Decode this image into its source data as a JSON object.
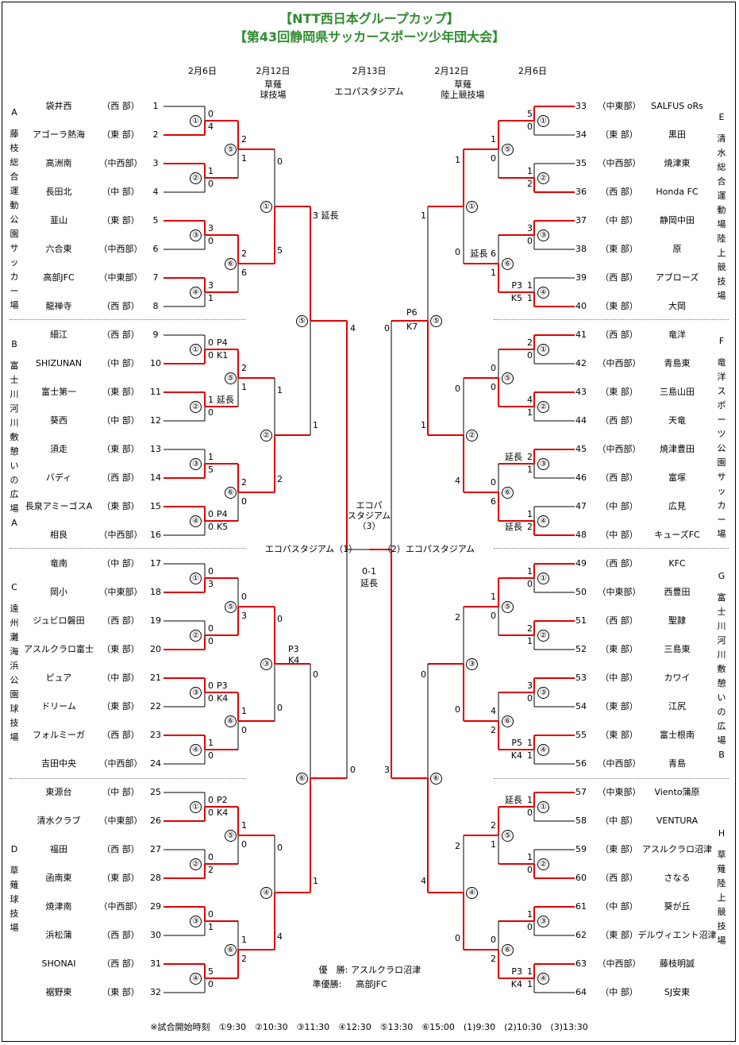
{
  "title1": "【NTT西日本グループカップ】",
  "title2": "【第43回静岡県サッカースポーツ少年団大会】",
  "headers": {
    "d1": "2月6日",
    "d2": "2月12日",
    "d2v": "草薙\n球技場",
    "d3": "2月13日",
    "d3v": "エコパスタジアム",
    "d4": "2月12日",
    "d4v": "草薙\n陸上競技場",
    "d5": "2月6日"
  },
  "venues": [
    {
      "letter": "A",
      "name": "藤枝総合運動公園サッカー場"
    },
    {
      "letter": "B",
      "name": "富士川河川敷憩いの広場A"
    },
    {
      "letter": "C",
      "name": "遠州灘海浜公園球技場"
    },
    {
      "letter": "D",
      "name": "草薙球技場"
    },
    {
      "letter": "E",
      "name": "清水総合運動場陸上競技場"
    },
    {
      "letter": "F",
      "name": "竜洋スポーツ公園サッカー場"
    },
    {
      "letter": "G",
      "name": "富士川河川敷憩いの広場B"
    },
    {
      "letter": "H",
      "name": "草薙陸上競技場"
    }
  ],
  "left_teams": [
    [
      "袋井西",
      "（西 部）"
    ],
    [
      "アゴーラ熱海",
      "（東 部）"
    ],
    [
      "高洲南",
      "（中西部）"
    ],
    [
      "長田北",
      "（中 部）"
    ],
    [
      "韮山",
      "（東 部）"
    ],
    [
      "六合東",
      "（中西部）"
    ],
    [
      "高部JFC",
      "（中東部）"
    ],
    [
      "龍禅寺",
      "（西 部）"
    ],
    [
      "細江",
      "（西 部）"
    ],
    [
      "SHIZUNAN",
      "（中 部）"
    ],
    [
      "富士第一",
      "（東 部）"
    ],
    [
      "葵西",
      "（中 部）"
    ],
    [
      "須走",
      "（東 部）"
    ],
    [
      "バディ",
      "（西 部）"
    ],
    [
      "長泉アミーゴスA",
      "（東 部）"
    ],
    [
      "相良",
      "（中西部）"
    ],
    [
      "竜南",
      "（中 部）"
    ],
    [
      "岡小",
      "（中東部）"
    ],
    [
      "ジュビロ磐田",
      "（西 部）"
    ],
    [
      "アスルクラロ富士",
      "（東 部）"
    ],
    [
      "ピュア",
      "（中 部）"
    ],
    [
      "ドリーム",
      "（東 部）"
    ],
    [
      "フォルミーガ",
      "（西 部）"
    ],
    [
      "吉田中央",
      "（中西部）"
    ],
    [
      "東源台",
      "（中 部）"
    ],
    [
      "清水クラブ",
      "（中東部）"
    ],
    [
      "福田",
      "（西 部）"
    ],
    [
      "函南東",
      "（東 部）"
    ],
    [
      "焼津南",
      "（中西部）"
    ],
    [
      "浜松蒲",
      "（西 部）"
    ],
    [
      "SHONAI",
      "（西 部）"
    ],
    [
      "裾野東",
      "（東 部）"
    ]
  ],
  "right_teams": [
    [
      "SALFUS oRs",
      "（中東部）"
    ],
    [
      "黒田",
      "（東 部）"
    ],
    [
      "焼津東",
      "（中西部）"
    ],
    [
      "Honda FC",
      "（西 部）"
    ],
    [
      "静岡中田",
      "（中 部）"
    ],
    [
      "原",
      "（東 部）"
    ],
    [
      "アブローズ",
      "（西 部）"
    ],
    [
      "大岡",
      "（東 部）"
    ],
    [
      "竜洋",
      "（西 部）"
    ],
    [
      "青島東",
      "（中西部）"
    ],
    [
      "三島山田",
      "（東 部）"
    ],
    [
      "天竜",
      "（西 部）"
    ],
    [
      "焼津豊田",
      "（中西部）"
    ],
    [
      "富塚",
      "（西 部）"
    ],
    [
      "広見",
      "（中 部）"
    ],
    [
      "キューズFC",
      "（中 部）"
    ],
    [
      "KFC",
      "（西 部）"
    ],
    [
      "西豊田",
      "（中東部）"
    ],
    [
      "聖隷",
      "（西 部）"
    ],
    [
      "三島東",
      "（東 部）"
    ],
    [
      "カワイ",
      "（中 部）"
    ],
    [
      "江尻",
      "（東 部）"
    ],
    [
      "富士根南",
      "（東 部）"
    ],
    [
      "青島",
      "（中西部）"
    ],
    [
      "Viento蒲原",
      "（中東部）"
    ],
    [
      "VENTURA",
      "（中 部）"
    ],
    [
      "アスルクラロ沼津",
      "（東 部）"
    ],
    [
      "さなる",
      "（西 部）"
    ],
    [
      "葵が丘",
      "（中 部）"
    ],
    [
      "デルヴィエント沼津",
      "（東 部）"
    ],
    [
      "藤枝明誠",
      "（中西部）"
    ],
    [
      "SJ安東",
      "（中 部）"
    ]
  ],
  "final": {
    "venue": "エコパ\nスタジアム\n（3）",
    "score": "0-1",
    "note": "延長",
    "semi_left": "エコパスタジアム（1）",
    "semi_right": "（2）エコパスタジアム"
  },
  "results": {
    "winner_label": "優　勝:",
    "winner": "アスルクラロ沼津",
    "runner_label": "準優勝:",
    "runner": "高部JFC"
  },
  "footnote": "※試合開始時刻　①9:30　②10:30　③11:30　④12:30　⑤13:30　⑥15:00　(1)9:30　(2)10:30　(3)13:30",
  "colors": {
    "title": "#2e8b2e",
    "winner_line": "#e00000",
    "line": "#000000"
  }
}
